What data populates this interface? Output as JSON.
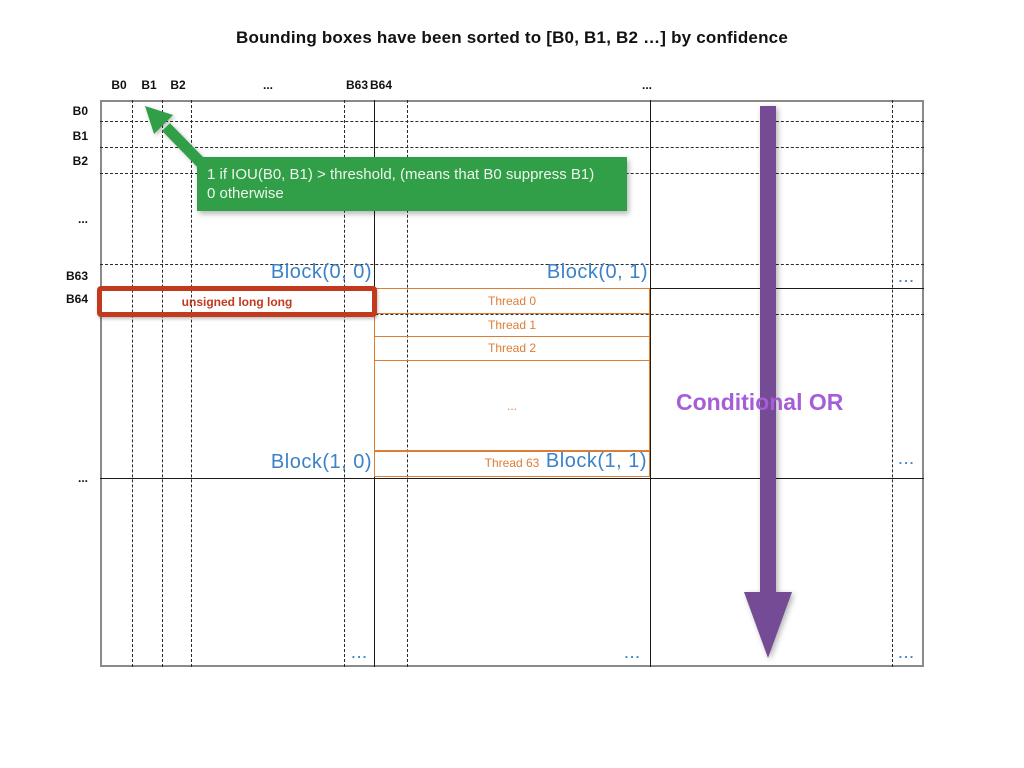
{
  "title": "Bounding boxes have been sorted to [B0, B1, B2 …] by confidence",
  "columns": {
    "headers": [
      "B0",
      "B1",
      "B2",
      "...",
      "B63",
      "B64",
      "..."
    ]
  },
  "rows": {
    "labels": [
      "B0",
      "B1",
      "B2",
      "...",
      "B63",
      "B64",
      "..."
    ]
  },
  "callout": {
    "line1": "1 if IOU(B0, B1) > threshold, (means that B0 suppress B1)",
    "line2": "0 otherwise"
  },
  "memory": {
    "label": "unsigned long long"
  },
  "blocks": {
    "b00": "Block(0, 0)",
    "b01": "Block(0, 1)",
    "b10": "Block(1, 0)",
    "b11": "Block(1, 1)"
  },
  "threads": {
    "labels": [
      "Thread 0",
      "Thread 1",
      "Thread 2",
      "...",
      "Thread 63"
    ]
  },
  "reduction": {
    "label": "Conditional OR"
  },
  "more_indicator": "...",
  "colors": {
    "green": "#319e48",
    "blue": "#3b82c8",
    "orange": "#dd7c35",
    "red": "#c23a1e",
    "purple": "#744b94",
    "violet": "#a55ed8"
  }
}
